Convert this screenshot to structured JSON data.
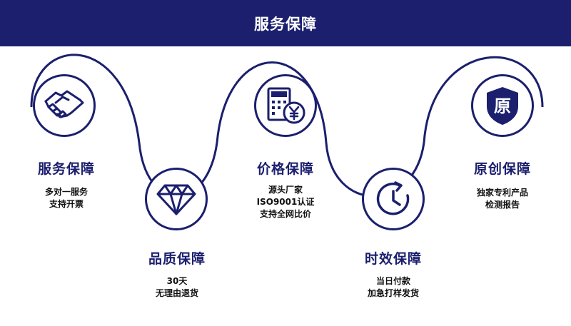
{
  "header": {
    "title": "服务保障"
  },
  "colors": {
    "primary": "#1b1f6e",
    "background": "#ffffff"
  },
  "items": [
    {
      "title": "服务保障",
      "icon": "handshake-icon",
      "lines": [
        "多对一服务",
        "支持开票"
      ]
    },
    {
      "title": "品质保障",
      "icon": "diamond-icon",
      "lines": [
        "30天",
        "无理由退货"
      ]
    },
    {
      "title": "价格保障",
      "icon": "calculator-yen-icon",
      "lines": [
        "源头厂家",
        "ISO9001认证",
        "支持全网比价"
      ]
    },
    {
      "title": "时效保障",
      "icon": "clock-arrow-icon",
      "lines": [
        "当日付款",
        "加急打样发货"
      ]
    },
    {
      "title": "原创保障",
      "icon": "shield-icon",
      "shield_char": "原",
      "lines": [
        "独家专利产品",
        "检测报告"
      ]
    }
  ]
}
